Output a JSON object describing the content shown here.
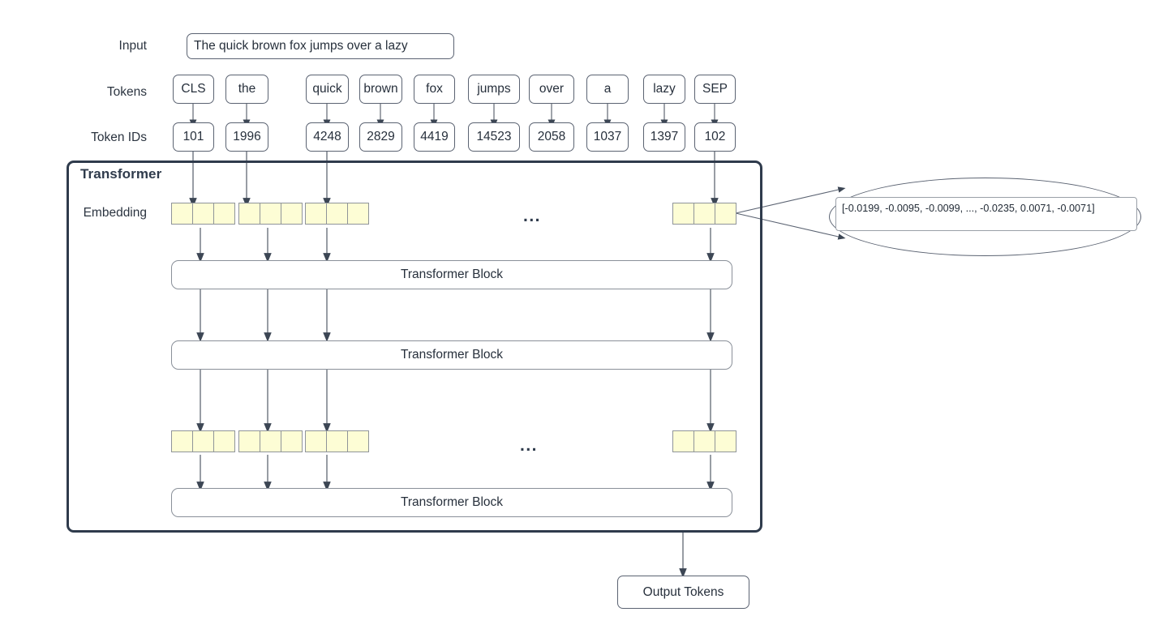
{
  "diagram": {
    "title": "Transformer",
    "row_labels": {
      "input": "Input",
      "tokens": "Tokens",
      "token_ids": "Token IDs",
      "embedding": "Embedding"
    },
    "input_text": "The quick brown fox jumps over a lazy",
    "tokens": [
      "CLS",
      "the",
      "quick",
      "brown",
      "fox",
      "jumps",
      "over",
      "a",
      "lazy",
      "SEP"
    ],
    "token_ids": [
      "101",
      "1996",
      "4248",
      "2829",
      "4419",
      "14523",
      "2058",
      "1037",
      "1397",
      "102"
    ],
    "embedding_ellipsis": "...",
    "hidden_ellipsis": "...",
    "transformer_blocks": [
      {
        "label": "Transformer Block"
      },
      {
        "label": "Transformer Block"
      },
      {
        "label": "Transformer Block"
      }
    ],
    "vector_callout": "[-0.0199, -0.0095, -0.0099,  ..., -0.0235,  0.0071, -0.0071]",
    "output_label": "Output Tokens",
    "embedding_cells_per_group": 3,
    "colors": {
      "embedding_fill": "#fdfdd5",
      "embedding_stroke": "#8f9499",
      "container_stroke": "#2f3b4c",
      "box_stroke": "#5b6372",
      "block_stroke": "#8a9099",
      "arrow": "#4a5260",
      "text": "#27303c",
      "background": "#ffffff"
    }
  }
}
